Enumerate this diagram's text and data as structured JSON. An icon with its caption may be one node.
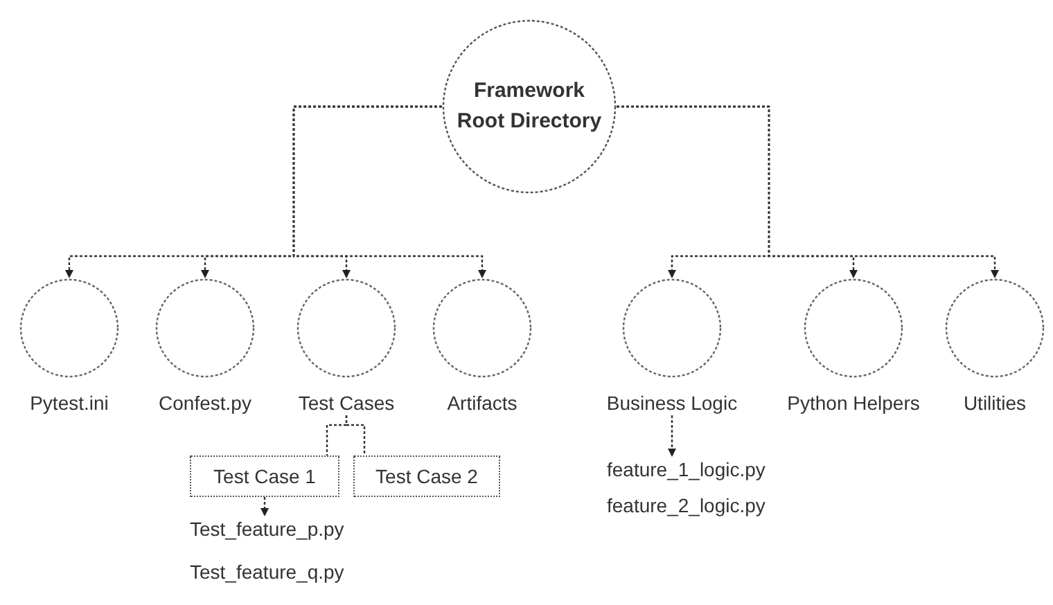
{
  "diagram": {
    "nodes": [
      {
        "text": [
          "Framework Root Directory"
        ]
      },
      {
        "text": [
          "Pytest.ini"
        ]
      },
      {
        "text": [
          "Confest.py"
        ]
      },
      {
        "text": [
          "Test Cases"
        ]
      },
      {
        "text": [
          "Artifacts"
        ]
      },
      {
        "text": [
          "Business Logic"
        ]
      },
      {
        "text": [
          "Python Helpers"
        ]
      },
      {
        "text": [
          "Utilities"
        ]
      },
      {
        "text": [
          "Test Case 1"
        ]
      },
      {
        "text": [
          "Test Case 2"
        ]
      },
      {
        "text": [
          "Test_feature_p.py"
        ]
      },
      {
        "text": [
          "feature_1_logic.py"
        ]
      }
    ],
    "edges": [
      {
        "from": 0,
        "to": 1,
        "arrow": "to"
      },
      {
        "from": 0,
        "to": 2,
        "arrow": "to"
      },
      {
        "from": 0,
        "to": 3,
        "arrow": "to"
      },
      {
        "from": 0,
        "to": 4,
        "arrow": "to"
      },
      {
        "from": 0,
        "to": 5,
        "arrow": "to"
      },
      {
        "from": 0,
        "to": 6,
        "arrow": "to"
      },
      {
        "from": 0,
        "to": 7,
        "arrow": "to"
      },
      {
        "from": 3,
        "to": 8,
        "arrow": "none"
      },
      {
        "from": 3,
        "to": 9,
        "arrow": "none"
      },
      {
        "from": 8,
        "to": 10,
        "arrow": "to"
      },
      {
        "from": 5,
        "to": 11,
        "arrow": "to"
      }
    ],
    "labels": [
      "Test_feature_q.py",
      "feature_2_logic.py"
    ]
  }
}
